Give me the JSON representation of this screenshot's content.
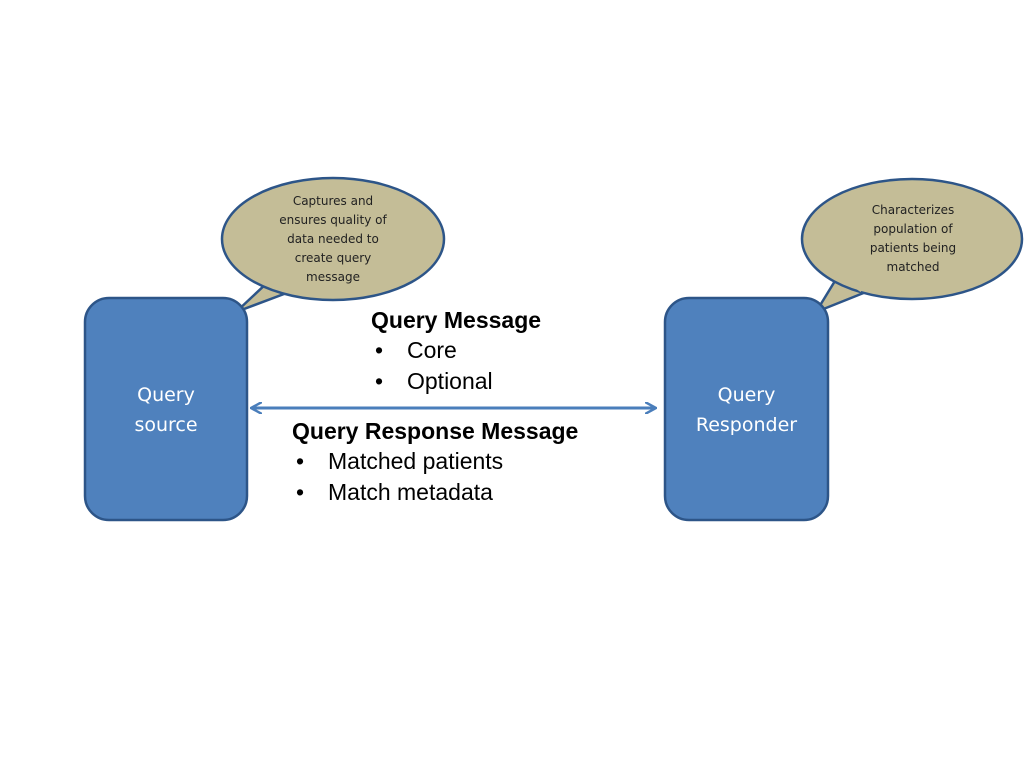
{
  "colors": {
    "node_fill": "#4f81bd",
    "node_stroke": "#2d5588",
    "bubble_fill": "#c4bd97",
    "bubble_stroke": "#2d5588",
    "arrow": "#4a7ebb"
  },
  "nodes": {
    "source": {
      "label_line1": "Query",
      "label_line2": "source"
    },
    "responder": {
      "label_line1": "Query",
      "label_line2": "Responder"
    }
  },
  "callouts": {
    "source": {
      "lines": [
        "Captures and",
        "ensures quality of",
        "data needed to",
        "create query",
        "message"
      ]
    },
    "responder": {
      "lines": [
        "Characterizes",
        "population of",
        "patients being",
        "matched"
      ]
    }
  },
  "query_message": {
    "title": "Query Message",
    "bullet": "•",
    "items": [
      "Core",
      "Optional"
    ]
  },
  "query_response_message": {
    "title": "Query Response Message",
    "bullet": "•",
    "items": [
      "Matched patients",
      "Match metadata"
    ]
  }
}
